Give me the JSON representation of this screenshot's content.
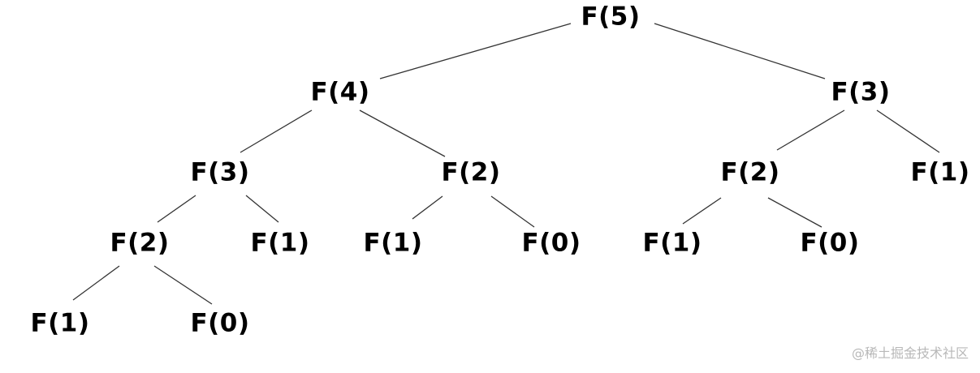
{
  "tree": {
    "nodes": [
      {
        "id": "n5",
        "label": "F(5)"
      },
      {
        "id": "n4",
        "label": "F(4)"
      },
      {
        "id": "n3r",
        "label": "F(3)"
      },
      {
        "id": "n3l",
        "label": "F(3)"
      },
      {
        "id": "n2m",
        "label": "F(2)"
      },
      {
        "id": "n2r",
        "label": "F(2)"
      },
      {
        "id": "n1rr",
        "label": "F(1)"
      },
      {
        "id": "n2ll",
        "label": "F(2)"
      },
      {
        "id": "n1lr",
        "label": "F(1)"
      },
      {
        "id": "n1ml",
        "label": "F(1)"
      },
      {
        "id": "n0mr",
        "label": "F(0)"
      },
      {
        "id": "n1rl",
        "label": "F(1)"
      },
      {
        "id": "n0rr",
        "label": "F(0)"
      },
      {
        "id": "n1ll",
        "label": "F(1)"
      },
      {
        "id": "n0ll",
        "label": "F(0)"
      }
    ],
    "edges": [
      [
        "n5",
        "n4"
      ],
      [
        "n5",
        "n3r"
      ],
      [
        "n4",
        "n3l"
      ],
      [
        "n4",
        "n2m"
      ],
      [
        "n3r",
        "n2r"
      ],
      [
        "n3r",
        "n1rr"
      ],
      [
        "n3l",
        "n2ll"
      ],
      [
        "n3l",
        "n1lr"
      ],
      [
        "n2m",
        "n1ml"
      ],
      [
        "n2m",
        "n0mr"
      ],
      [
        "n2r",
        "n1rl"
      ],
      [
        "n2r",
        "n0rr"
      ],
      [
        "n2ll",
        "n1ll"
      ],
      [
        "n2ll",
        "n0ll"
      ]
    ]
  },
  "watermark": "@稀土掘金技术社区",
  "colors": {
    "text": "#000000",
    "edge": "#333333",
    "watermark": "#b8b8b8"
  }
}
